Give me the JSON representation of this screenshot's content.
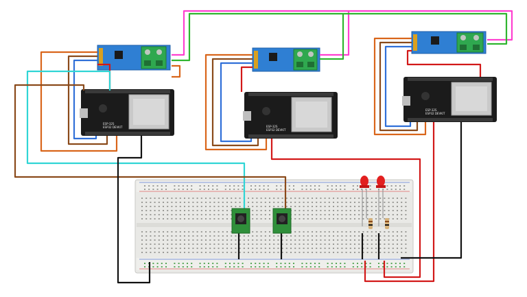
{
  "diagram": {
    "esp32_board_text": [
      "ESP-32S",
      "ESP32 DEVKIT"
    ],
    "rs485_modules": 3,
    "esp32_boards": 3,
    "push_buttons": 2,
    "leds": 2,
    "resistors": 2
  },
  "colors": {
    "canvas": "#ffffff",
    "module_blue": "#2f7fd3",
    "terminal_green": "#2fa84f",
    "board_black": "#1b1b1b",
    "breadboard": "#e9e9e6",
    "button_green": "#2f8f3a",
    "led_red": "#e22020",
    "wire_pink": "#ff3fd0",
    "wire_green": "#2fb52f",
    "wire_orange": "#d9651a",
    "wire_brown": "#8a4a1a",
    "wire_blue": "#2f6fd8",
    "wire_red": "#d21818",
    "wire_cyan": "#2fd5d5",
    "wire_black": "#111111"
  }
}
